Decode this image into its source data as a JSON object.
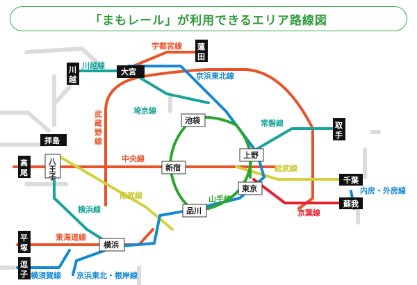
{
  "title": "「まもレール」が利用できるエリア路線図",
  "colors": {
    "green": "#2aa52f",
    "orange": "#e8532a",
    "teal": "#1aa39b",
    "blue": "#1489cf",
    "yellow": "#d3d03a",
    "red": "#e3222d",
    "gray": "#dcdcdc",
    "accent": "#36a646"
  },
  "lines": {
    "yamanote": "山手線",
    "chuo": "中央線",
    "keihin_tohoku": "京浜東北線",
    "saikyo": "埼京線",
    "kawagoe": "川越線",
    "utsunomiya": "宇都宮線",
    "joban": "常磐線",
    "sobu": "総武線",
    "keiyo": "京葉線",
    "nambu": "南武線",
    "musashino": "武蔵野線",
    "yokohama": "横浜線",
    "tokaido": "東海道線",
    "yokosuka": "横須賀線",
    "keihin_negishi": "京浜東北・根岸線",
    "uchibo_sotobo": "内房・外房線"
  },
  "stations": {
    "ikebukuro": "池袋",
    "shinjuku": "新宿",
    "ueno": "上野",
    "tokyo": "東京",
    "shinagawa": "品川",
    "yokohama": "横浜",
    "omiya": "大宮",
    "kawagoe": "川越",
    "hasuda": "蓮田",
    "toride": "取手",
    "chiba": "千葉",
    "soga": "蘇我",
    "haijima": "拝島",
    "hachioji": "八王子",
    "takao": "高尾",
    "hiratsuka": "平塚",
    "zushi": "逗子"
  }
}
